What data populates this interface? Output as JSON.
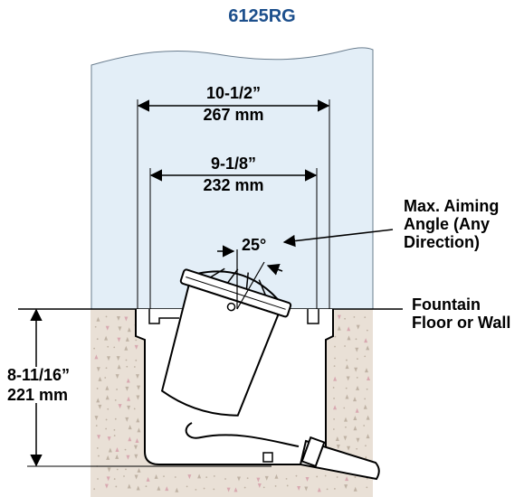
{
  "title": "6125RG",
  "dimension_outer": {
    "imperial": "10-1/2”",
    "metric": "267 mm"
  },
  "dimension_inner": {
    "imperial": "9-1/8”",
    "metric": "232 mm"
  },
  "dimension_height": {
    "imperial": "8-11/16”",
    "metric": "221 mm"
  },
  "aiming_angle": "25°",
  "callout_aiming": {
    "line1": "Max. Aiming",
    "line2": "Angle (Any",
    "line3": "Direction)"
  },
  "callout_floor": {
    "line1": "Fountain",
    "line2": "Floor or Wall"
  },
  "colors": {
    "title": "#1c4f8c",
    "water": "#e3eef7",
    "ground": "#e9e0d6",
    "ground_speckle": "#bfb2a4",
    "ground_pink": "#d8a8b0",
    "line": "#000000"
  }
}
